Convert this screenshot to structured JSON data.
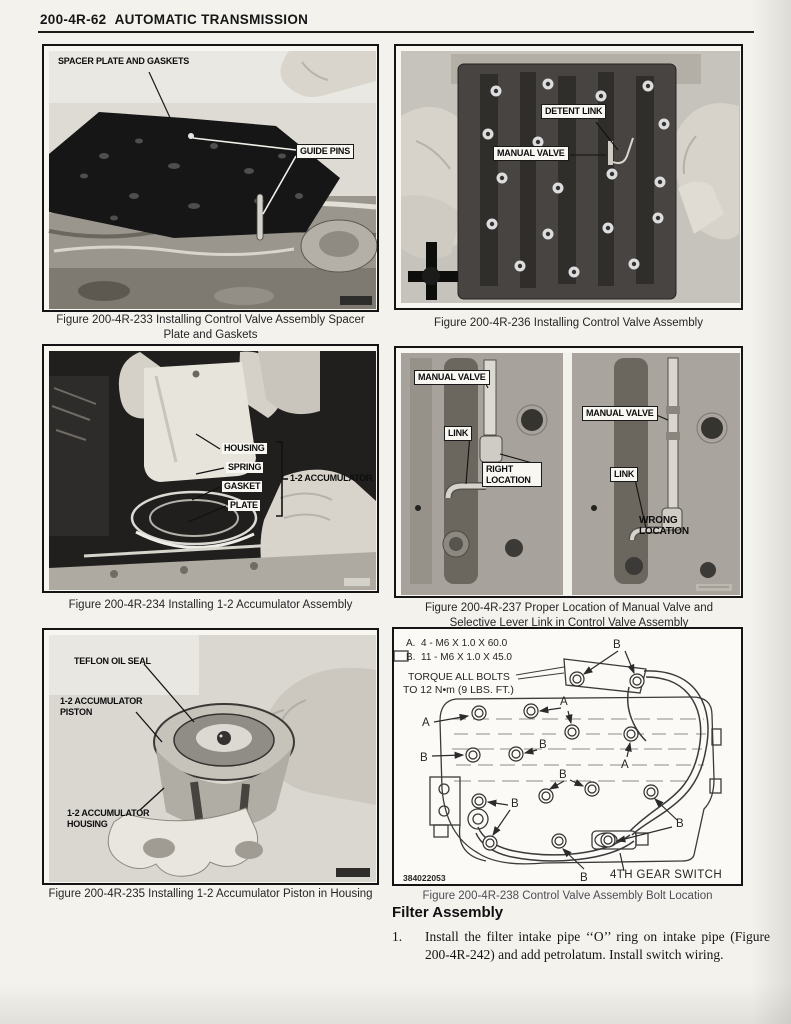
{
  "page": {
    "header": "200-4R-62  AUTOMATIC TRANSMISSION"
  },
  "figures": {
    "fig233": {
      "caption": "Figure 200-4R-233 Installing Control Valve Assembly Spacer Plate and Gaskets",
      "labels": {
        "spacer_plate": "SPACER PLATE AND GASKETS",
        "guide_pins": "GUIDE PINS"
      }
    },
    "fig236": {
      "caption": "Figure 200-4R-236 Installing Control Valve Assembly",
      "labels": {
        "detent_link": "DETENT LINK",
        "manual_valve": "MANUAL VALVE"
      }
    },
    "fig234": {
      "caption": "Figure 200-4R-234 Installing 1-2 Accumulator Assembly",
      "labels": {
        "housing": "HOUSING",
        "spring": "SPRING",
        "gasket": "GASKET",
        "plate": "PLATE",
        "accumulator": "1-2 ACCUMULATOR"
      }
    },
    "fig237": {
      "caption": "Figure 200-4R-237 Proper Location of Manual Valve and Selective Lever Link in Control Valve Assembly",
      "labels": {
        "manual_valve_left": "MANUAL VALVE",
        "link_left": "LINK",
        "right_location": "RIGHT LOCATION",
        "manual_valve_right": "MANUAL VALVE",
        "link_right": "LINK",
        "wrong_location": "WRONG LOCATION"
      }
    },
    "fig235": {
      "caption": "Figure 200-4R-235 Installing 1-2 Accumulator Piston in Housing",
      "labels": {
        "teflon_oil_seal": "TEFLON OIL SEAL",
        "accumulator_piston": "1-2 ACCUMULATOR PISTON",
        "accumulator_housing": "1-2 ACCUMULATOR HOUSING"
      }
    },
    "fig238": {
      "caption": "Figure 200-4R-238 Control Valve Assembly Bolt Location",
      "spec_a": "A.  4 - M6 X 1.0 X 60.0",
      "spec_b": "B.  11 - M6 X 1.0 X 45.0",
      "torque_line1": "TORQUE ALL BOLTS",
      "torque_line2": "TO 12 N•m (9 LBS. FT.)",
      "label_a": "A",
      "label_b": "B",
      "gear_switch": "4TH GEAR SWITCH",
      "part_number": "384022053"
    }
  },
  "filter_assembly": {
    "heading": "Filter Assembly",
    "item_number": "1.",
    "item_text": "Install the filter intake pipe ‘‘O’’ ring on intake pipe (Figure 200-4R-242) and add petrolatum. Install switch wiring."
  }
}
